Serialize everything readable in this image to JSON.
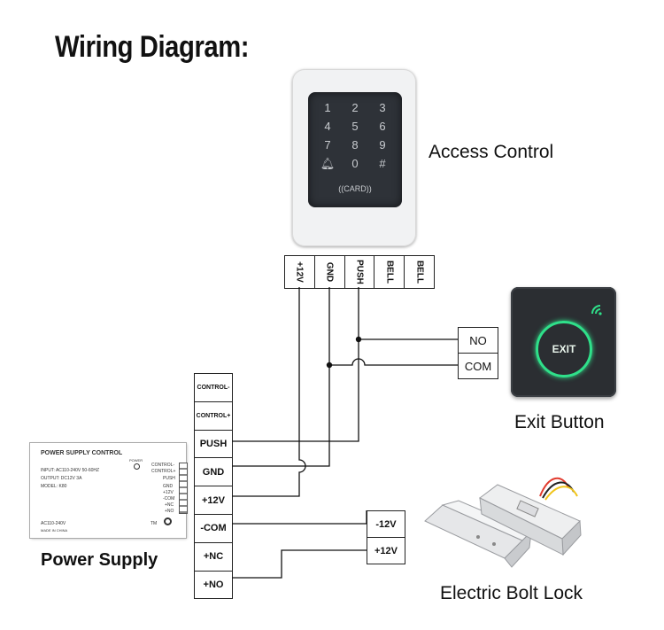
{
  "title": "Wiring Diagram:",
  "labels": {
    "access_control": "Access Control",
    "exit_button": "Exit Button",
    "power_supply": "Power Supply",
    "electric_bolt_lock": "Electric Bolt Lock"
  },
  "reader": {
    "keys": [
      "1",
      "2",
      "3",
      "4",
      "5",
      "6",
      "7",
      "8",
      "9",
      "0",
      "#"
    ],
    "card_text": "((CARD))",
    "terminals": [
      "+12V",
      "GND",
      "PUSH",
      "BELL",
      "BELL"
    ]
  },
  "exit_button": {
    "text": "EXIT",
    "terminals": [
      "NO",
      "COM"
    ]
  },
  "power_supply_module": {
    "heading": "POWER SUPPLY CONTROL",
    "input": "INPUT: AC110-240V 50-60HZ",
    "output": "OUTPUT: DC12V 3A",
    "model": "MODEL: K80",
    "footer1": "AC110-240V",
    "footer2": "MADE IN CHINA",
    "power_label": "POWER",
    "tmr": "TM",
    "side_labels": [
      "CONTROL-",
      "CONTROL+",
      "PUSH",
      "GND",
      "+12V",
      "-COM",
      "+NC",
      "+NO"
    ]
  },
  "power_terminals": [
    "CONTROL-",
    "CONTROL+",
    "PUSH",
    "GND",
    "+12V",
    "-COM",
    "+NC",
    "+NO"
  ],
  "lock_terminals": [
    "-12V",
    "+12V"
  ]
}
